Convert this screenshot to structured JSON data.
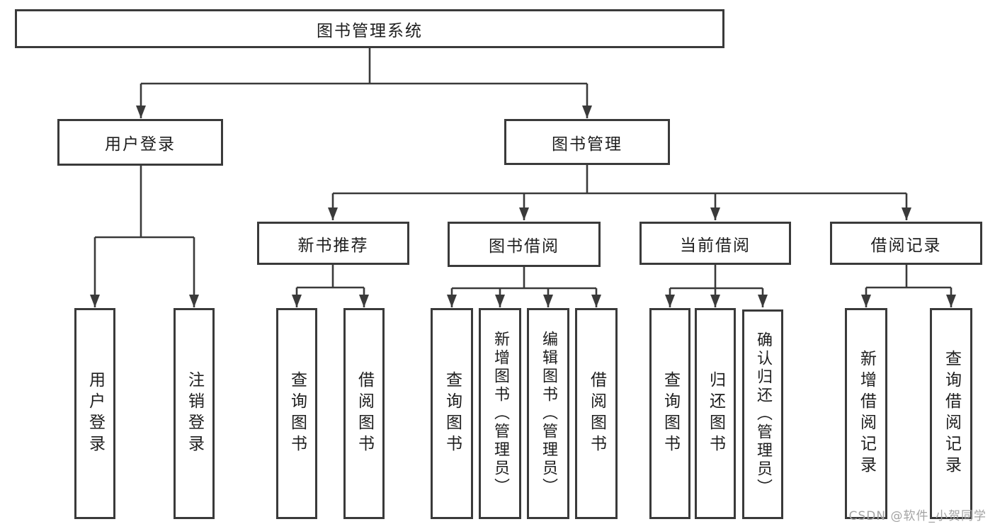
{
  "tree": {
    "label": "图书管理系统",
    "children": [
      {
        "label": "用户登录",
        "children": [
          {
            "label": "用户登录"
          },
          {
            "label": "注销登录"
          }
        ]
      },
      {
        "label": "图书管理",
        "children": [
          {
            "label": "新书推荐",
            "children": [
              {
                "label": "查询图书"
              },
              {
                "label": "借阅图书"
              }
            ]
          },
          {
            "label": "图书借阅",
            "children": [
              {
                "label": "查询图书"
              },
              {
                "label": "新增图书（管理员）"
              },
              {
                "label": "编辑图书（管理员）"
              },
              {
                "label": "借阅图书"
              }
            ]
          },
          {
            "label": "当前借阅",
            "children": [
              {
                "label": "查询图书"
              },
              {
                "label": "归还图书"
              },
              {
                "label": "确认归还（管理员）"
              }
            ]
          },
          {
            "label": "借阅记录",
            "children": [
              {
                "label": "新增借阅记录"
              },
              {
                "label": "查询借阅记录"
              }
            ]
          }
        ]
      }
    ]
  },
  "watermark": {
    "text": "CSDN @软件_小贺同学"
  },
  "colors": {
    "line": "#3a3a3a",
    "text": "#1e1e1e",
    "watermark": "#a3a3a3",
    "background": "#ffffff"
  }
}
